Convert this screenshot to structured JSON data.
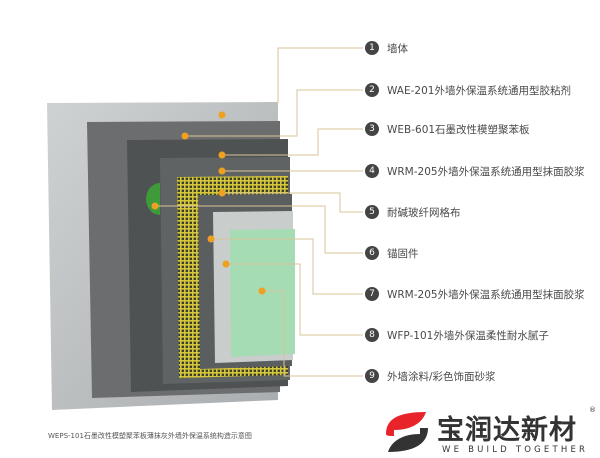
{
  "diagram": {
    "layers": [
      {
        "num": "1",
        "label": "墙体"
      },
      {
        "num": "2",
        "label": "WAE-201外墙外保温系统通用型胶粘剂"
      },
      {
        "num": "3",
        "label": "WEB-601石墨改性模塑聚苯板"
      },
      {
        "num": "4",
        "label": "WRM-205外墙外保温系统通用型抹面胶浆"
      },
      {
        "num": "5",
        "label": "耐碱玻纤网格布"
      },
      {
        "num": "6",
        "label": "锚固件"
      },
      {
        "num": "7",
        "label": "WRM-205外墙外保温系统通用型抹面胶浆"
      },
      {
        "num": "8",
        "label": "WFP-101外墙外保温柔性耐水腻子"
      },
      {
        "num": "9",
        "label": "外墙涂料/彩色饰面砂浆"
      }
    ],
    "caption": "WEPS-101石墨改性模塑聚苯板薄抹灰外墙外保温系统构造示意图"
  },
  "brand": {
    "name": "宝润达新材",
    "slogan": "WE BUILD TOGETHER",
    "registered": "®",
    "colors": {
      "red": "#e8232a",
      "dark": "#333333"
    }
  },
  "colors": {
    "leader_line": "#d9c49a",
    "marker_dot": "#f0a020",
    "number_badge": "#444444"
  }
}
